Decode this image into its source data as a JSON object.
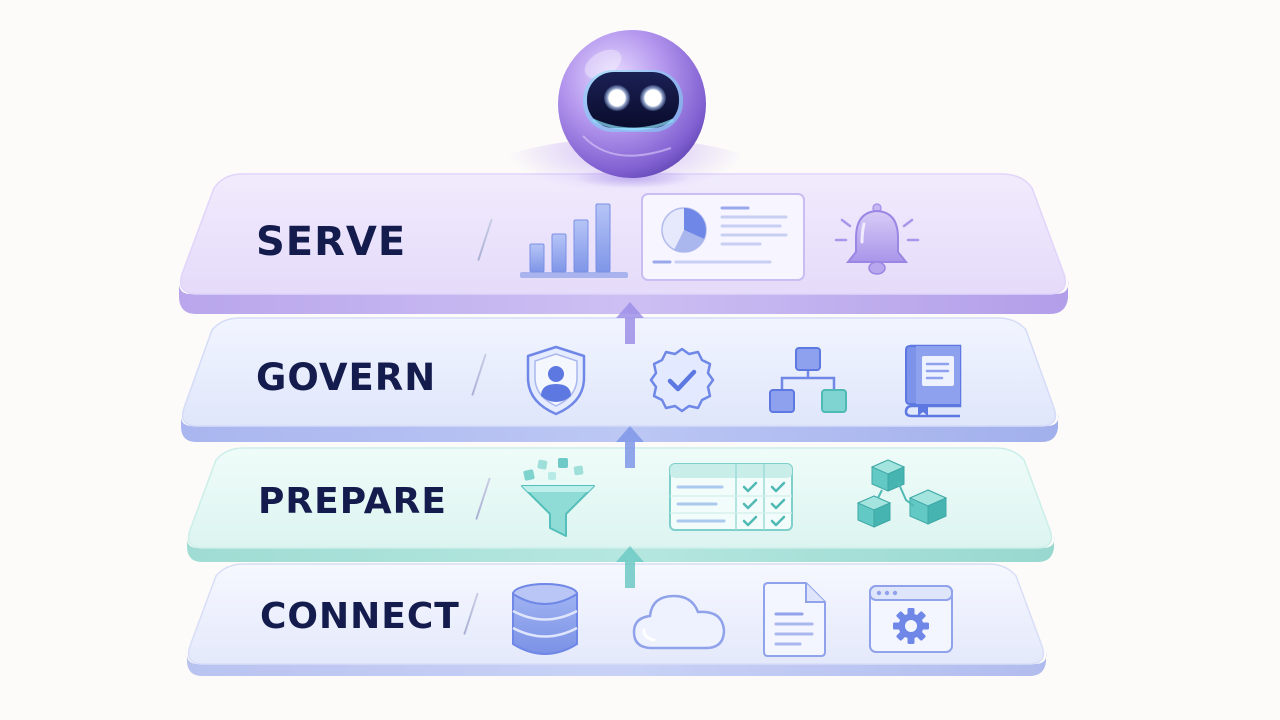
{
  "diagram": {
    "layers": [
      {
        "id": "serve",
        "label": "SERVE",
        "icons": [
          "bar-chart-icon",
          "dashboard-icon",
          "bell-icon"
        ],
        "accent": "#c8b6f2"
      },
      {
        "id": "govern",
        "label": "GOVERN",
        "icons": [
          "shield-user-icon",
          "verified-badge-icon",
          "lineage-icon",
          "catalog-book-icon"
        ],
        "accent": "#b6c4f0"
      },
      {
        "id": "prepare",
        "label": "PREPARE",
        "icons": [
          "funnel-icon",
          "validation-table-icon",
          "cubes-icon"
        ],
        "accent": "#a9e3dc"
      },
      {
        "id": "connect",
        "label": "CONNECT",
        "icons": [
          "database-icon",
          "cloud-icon",
          "document-icon",
          "settings-window-icon"
        ],
        "accent": "#c3cdf3"
      }
    ],
    "mascot": "robot-orb-icon",
    "flow": "upward",
    "colors": {
      "label": "#141b4d",
      "icon_blue": "#6f87e6",
      "icon_teal": "#5cc7c4",
      "icon_purple": "#a08ee8"
    }
  }
}
